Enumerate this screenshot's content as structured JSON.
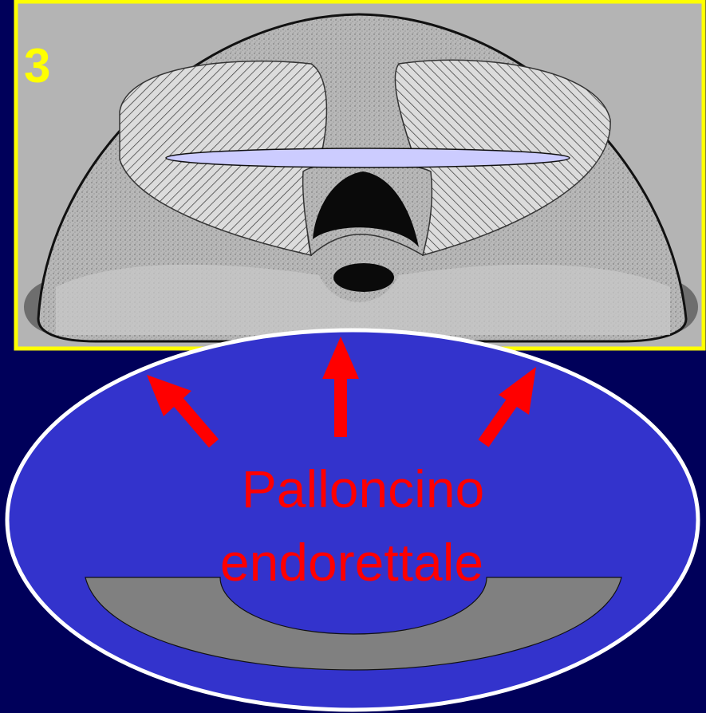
{
  "slide": {
    "panel_number": "3",
    "label_line1": "Palloncino",
    "label_line2": "endorettale"
  },
  "colors": {
    "background": "#00005a",
    "panel_border": "#ffff00",
    "panel_fill": "#b4b4b4",
    "balloon_fill": "#3333cc",
    "balloon_stroke": "#ffffff",
    "arrow": "#ff0000",
    "label_text": "#ff0000",
    "number_text": "#ffff00",
    "probe_fill": "#808080",
    "lumen_fill": "#ccccff"
  },
  "icons": {
    "arrows": "up-arrow-icon"
  }
}
